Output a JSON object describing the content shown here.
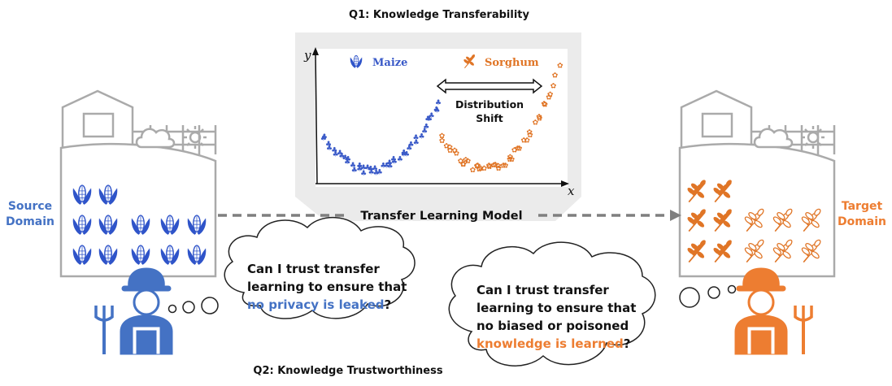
{
  "titles": {
    "q1": "Q1: Knowledge Transferability",
    "q2": "Q2: Knowledge Trustworthiness"
  },
  "source": {
    "label_line1": "Source",
    "label_line2": "Domain",
    "color": "#4472c4"
  },
  "target": {
    "label_line1": "Target",
    "label_line2": "Domain",
    "color": "#ed7d31"
  },
  "model": {
    "label": "Transfer Learning Model"
  },
  "plot": {
    "y_axis": "y",
    "x_axis": "x",
    "legend_source": "Maize",
    "legend_target": "Sorghum",
    "shift_line1": "Distribution",
    "shift_line2": "Shift"
  },
  "source_bubble": {
    "line1": "Can I trust transfer",
    "line2": "learning to ensure that",
    "highlight": "no privacy is leaked",
    "end": "?"
  },
  "target_bubble": {
    "line1": "Can I trust transfer",
    "line2": "learning to ensure that",
    "highlight_line1": "no biased or poisoned",
    "highlight_line2": "knowledge is learned",
    "end": "?"
  },
  "icons": {
    "source_crop": "corn-icon",
    "target_crop": "wheat-icon",
    "farmer": "farmer-icon",
    "weather": "cloud-sun-icon"
  }
}
